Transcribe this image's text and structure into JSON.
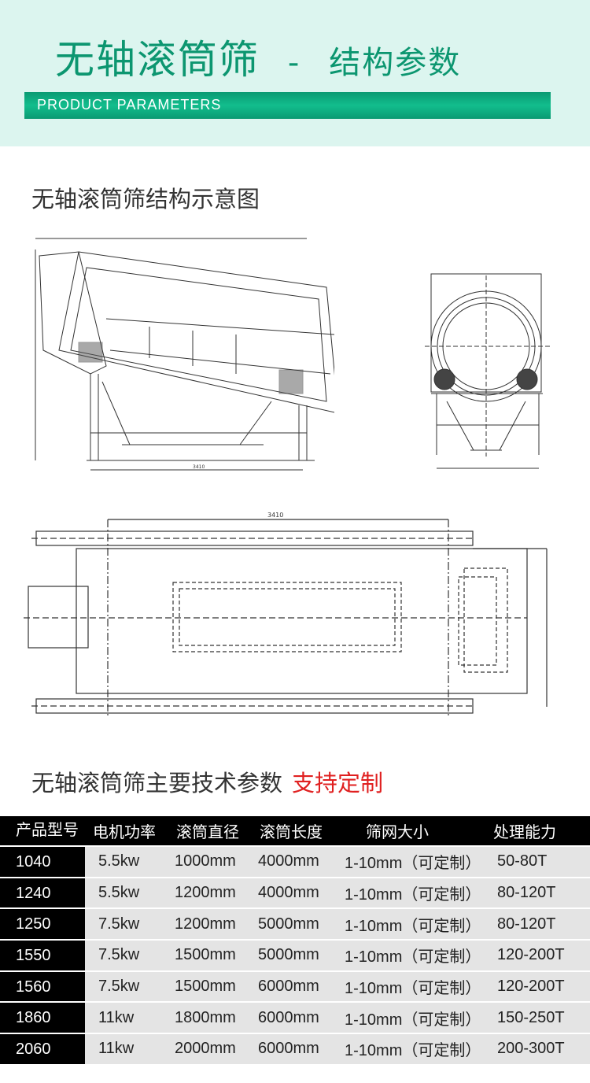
{
  "header": {
    "title": "无轴滚筒筛",
    "separator": "-",
    "subtitle": "结构参数",
    "band": "PRODUCT PARAMETERS"
  },
  "diagram": {
    "heading": "无轴滚筒筛结构示意图",
    "dims": {
      "side_length": "3410",
      "plan_length": "3410"
    }
  },
  "specs": {
    "heading": "无轴滚筒筛主要技术参数",
    "highlight": "支持定制",
    "columns": [
      "产品型号",
      "电机功率",
      "滚筒直径",
      "滚筒长度",
      "筛网大小",
      "处理能力"
    ],
    "rows": [
      [
        "1040",
        "5.5kw",
        "1000mm",
        "4000mm",
        "1-10mm（可定制）",
        "50-80T"
      ],
      [
        "1240",
        "5.5kw",
        "1200mm",
        "4000mm",
        "1-10mm（可定制）",
        "80-120T"
      ],
      [
        "1250",
        "7.5kw",
        "1200mm",
        "5000mm",
        "1-10mm（可定制）",
        "80-120T"
      ],
      [
        "1550",
        "7.5kw",
        "1500mm",
        "5000mm",
        "1-10mm（可定制）",
        "120-200T"
      ],
      [
        "1560",
        "7.5kw",
        "1500mm",
        "6000mm",
        "1-10mm（可定制）",
        "120-200T"
      ],
      [
        "1860",
        "11kw",
        "1800mm",
        "6000mm",
        "1-10mm（可定制）",
        "150-250T"
      ],
      [
        "2060",
        "11kw",
        "2000mm",
        "6000mm",
        "1-10mm（可定制）",
        "200-300T"
      ]
    ]
  }
}
